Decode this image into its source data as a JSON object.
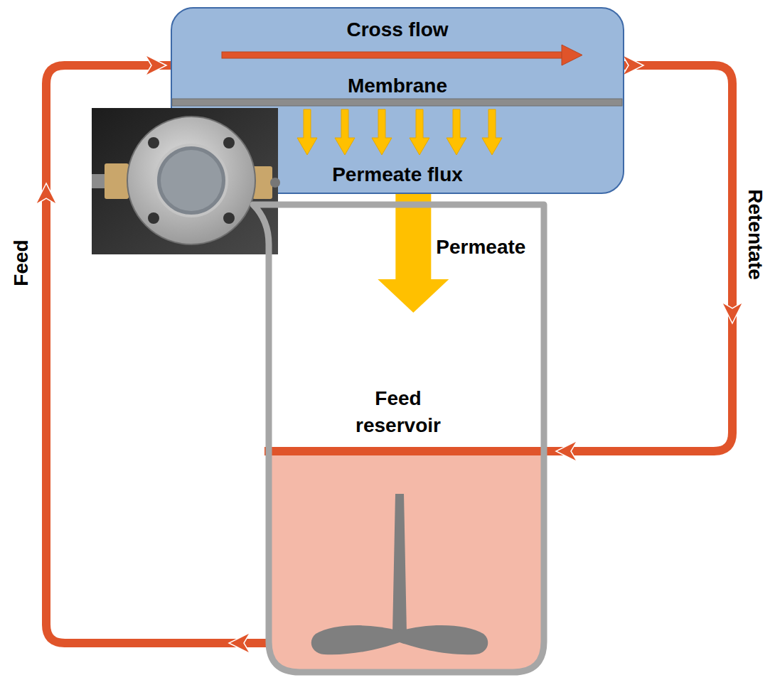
{
  "diagram": {
    "nodes": [
      {
        "text": [
          "Cross flow",
          "Membrane",
          "Permeate flux"
        ]
      },
      {
        "text": [
          "Feed reservoir"
        ]
      }
    ],
    "edges": [
      {
        "from": 0,
        "to": 1,
        "arrow": "to",
        "label": "Permeate"
      },
      {
        "from": 0,
        "to": 1,
        "arrow": "to",
        "label": "Retentate"
      },
      {
        "from": 1,
        "to": 0,
        "arrow": "to",
        "label": "Feed"
      }
    ]
  }
}
